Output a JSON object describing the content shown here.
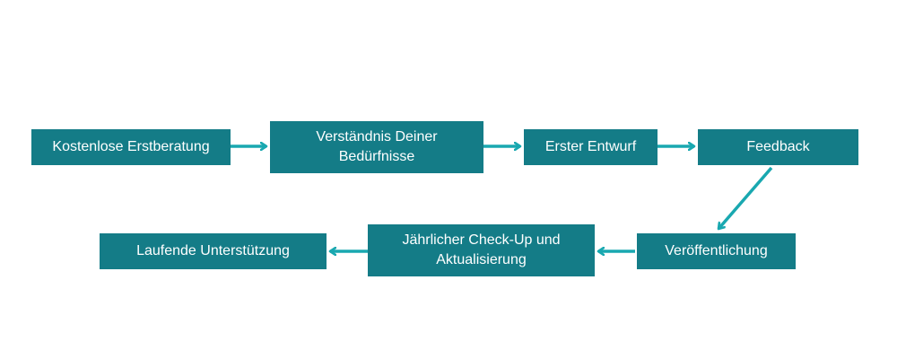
{
  "colors": {
    "box_fill": "#147c87",
    "box_text": "#ffffff",
    "arrow": "#19a8b0",
    "background": "#ffffff"
  },
  "steps": [
    {
      "label": "Kostenlose Erstberatung"
    },
    {
      "label": "Verständnis Deiner Bedürfnisse"
    },
    {
      "label": "Erster Entwurf"
    },
    {
      "label": "Feedback"
    },
    {
      "label": "Veröffentlichung"
    },
    {
      "label": "Jährlicher Check-Up und Aktualisierung"
    },
    {
      "label": "Laufende Unterstützung"
    }
  ]
}
